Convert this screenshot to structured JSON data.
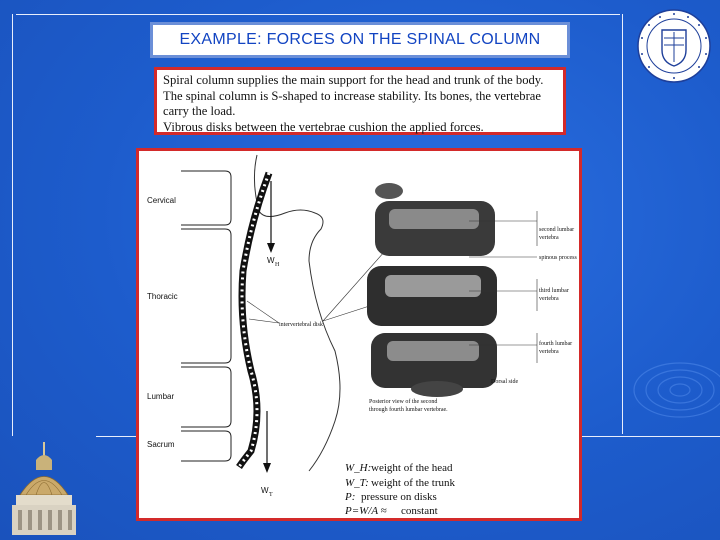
{
  "title": "EXAMPLE: FORCES ON THE SPINAL COLUMN",
  "intro_lines": [
    "Spiral column supplies the main support for the head and trunk of the body. The spinal column is S-shaped to increase stability. Its bones, the vertebrae carry the load.",
    "Vibrous disks between the vertebrae cushion the applied forces."
  ],
  "figure": {
    "regions": [
      "Cervical",
      "Thoracic",
      "Lumbar",
      "Sacrum"
    ],
    "force_labels": {
      "head": "W",
      "head_sub": "H",
      "trunk": "W",
      "trunk_sub": "T"
    },
    "disk_label": "intervertebral disk",
    "vertebra_labels": [
      "second lumbar",
      "vertebra",
      "spinous process",
      "third lumbar",
      "vertebra",
      "fourth lumbar",
      "vertebra",
      "Dorsal side"
    ],
    "caption_lines": [
      "Posterior view of the second",
      "through fourth lumbar vertebrae."
    ],
    "legend": [
      {
        "symbol": "W_H:",
        "text": "weight of the head"
      },
      {
        "symbol": "W_T:",
        "text": "weight of the trunk"
      },
      {
        "symbol": "P:",
        "text": "pressure on disks"
      },
      {
        "symbol": "P=W/A ≈",
        "text": "constant"
      }
    ]
  },
  "colors": {
    "background": "#1f5fd0",
    "title_text": "#1244c2",
    "accent_border": "#d32a2a"
  }
}
